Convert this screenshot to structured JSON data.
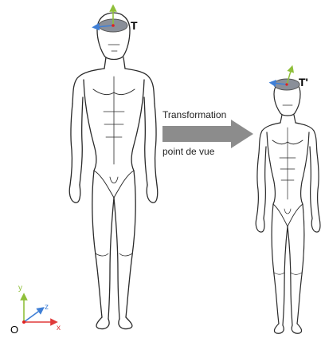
{
  "labels": {
    "tracker_left": "T",
    "tracker_right": "T'",
    "arrow_line1": "Transformation",
    "arrow_line2": "point de vue",
    "origin": "O",
    "axis_x": "x",
    "axis_y": "y",
    "axis_z": "z"
  },
  "colors": {
    "figure_line": "#2a2a2a",
    "tracker_fill": "#8a8f99",
    "y_axis": "#8fbf3a",
    "z_axis": "#3f7fd6",
    "x_axis": "#e03a3a",
    "origin_dot": "#e02020",
    "arrow_fill": "#8c8c8c",
    "text": "#000000",
    "caption_text": "#222222"
  },
  "icons": [
    "human-figure",
    "tracker-disc",
    "coordinate-axes",
    "right-arrow"
  ]
}
